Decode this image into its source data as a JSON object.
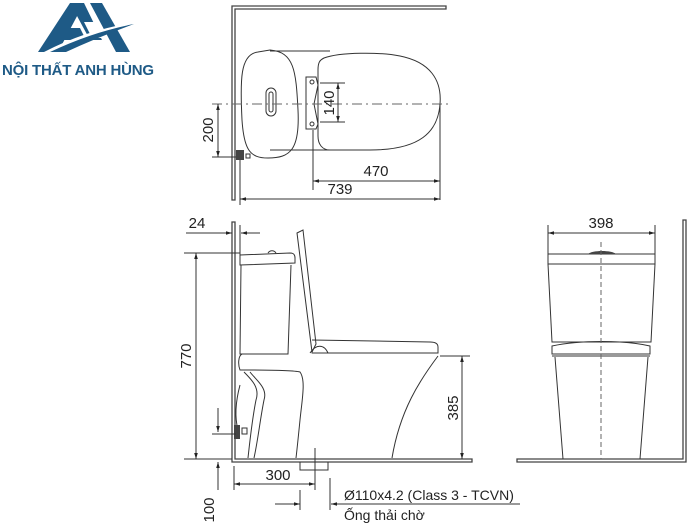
{
  "brand": {
    "name": "NỘI THẤT ANH HÙNG",
    "logo_icon": "aa-monogram-logo-icon",
    "color": "#1e5a86"
  },
  "drawing": {
    "top_view": {
      "dim_offset": "200",
      "dim_hinge": "140",
      "dim_seat": "470",
      "dim_total_length": "739"
    },
    "side_view": {
      "dim_wall_gap": "24",
      "dim_height": "770",
      "dim_seat_height": "385",
      "dim_rough_in": "300",
      "dim_floor_offset": "100",
      "pipe_spec": "Ø110x4.2 (Class 3 - TCVN)",
      "pipe_label": "Ống thải chờ"
    },
    "front_view": {
      "dim_width": "398"
    }
  },
  "colors": {
    "line": "#333333",
    "brand": "#1e5a86",
    "background": "#ffffff"
  }
}
